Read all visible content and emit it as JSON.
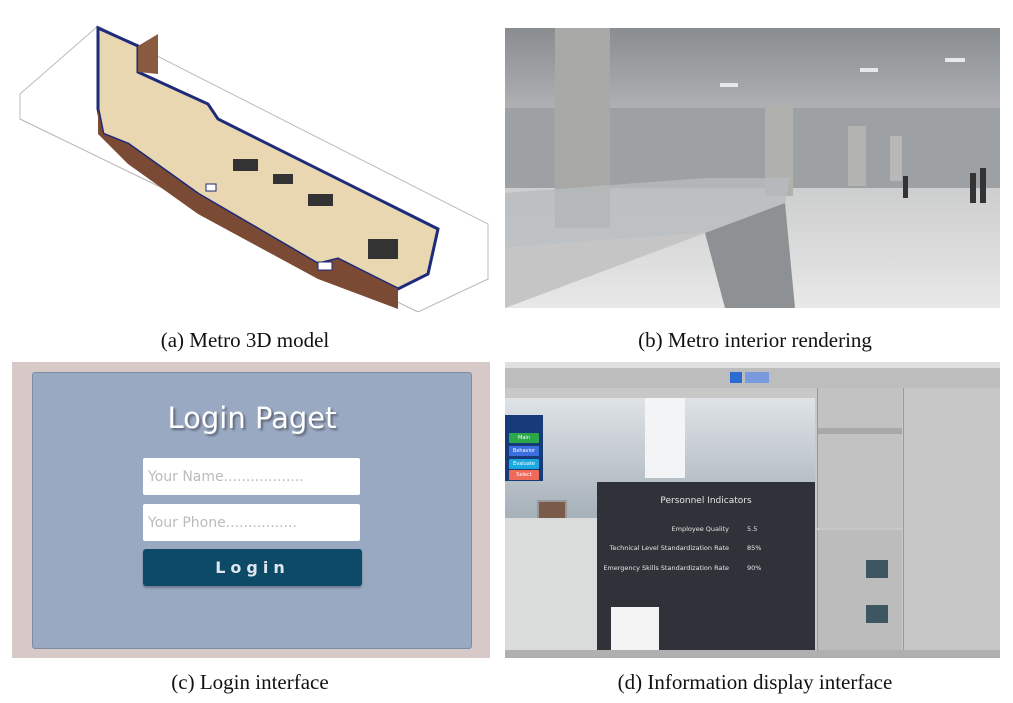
{
  "captions": {
    "a": "(a) Metro 3D model",
    "b": "(b) Metro interior rendering",
    "c": "(c) Login interface",
    "d": "(d) Information display interface"
  },
  "login": {
    "title": "Login Paget",
    "name_placeholder": "Your Name..................",
    "phone_placeholder": "Your Phone................",
    "button_label": "Login",
    "colors": {
      "background": "#9aa9c2",
      "button": "#0c4a68",
      "frame": "#d6c9c7"
    }
  },
  "info_display": {
    "board_title": "Personnel Indicators",
    "indicators": [
      {
        "label": "Employee Quality",
        "value": "5.5"
      },
      {
        "label": "Technical Level Standardization Rate",
        "value": "85%"
      },
      {
        "label": "Emergency Skills Standardization Rate",
        "value": "90%"
      }
    ],
    "side_buttons": [
      {
        "label": "Main",
        "color": "#2aa84a"
      },
      {
        "label": "Behavior",
        "color": "#3b6fe0"
      },
      {
        "label": "Evaluate",
        "color": "#19a9e0"
      },
      {
        "label": "Select",
        "color": "#f06a5a"
      }
    ]
  }
}
